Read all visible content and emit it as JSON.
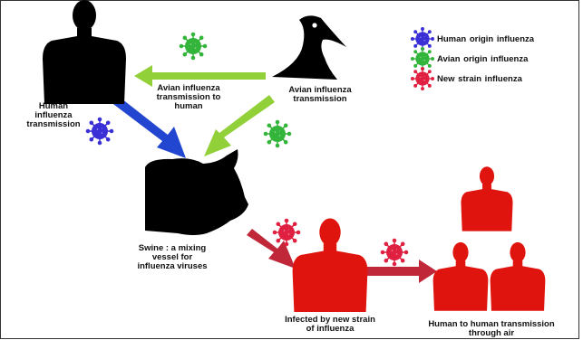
{
  "labels": {
    "human_transmission": "Human influenza transmission",
    "avian_to_human": "Avian influenza transmission to human",
    "avian_transmission": "Avian influenza transmission",
    "swine": "Swine : a mixing vessel for influenza viruses",
    "infected": "Infected by new strain of influenza",
    "human_to_human": "Human to human transmission through air"
  },
  "legend": [
    {
      "label": "Human origin influenza",
      "color": "#3b2fd6"
    },
    {
      "label": "Avian  origin influenza",
      "color": "#33b43a"
    },
    {
      "label": "New   strain  influenza",
      "color": "#e02040"
    }
  ],
  "colors": {
    "human_virus": "#3b2fd6",
    "avian_virus": "#33b43a",
    "new_virus": "#e02040",
    "green_arrow": "#92d03a",
    "blue_arrow": "#2346d0",
    "red_arrow": "#c0283a",
    "silhouette": "#000000",
    "infected_body": "#e0140e"
  }
}
